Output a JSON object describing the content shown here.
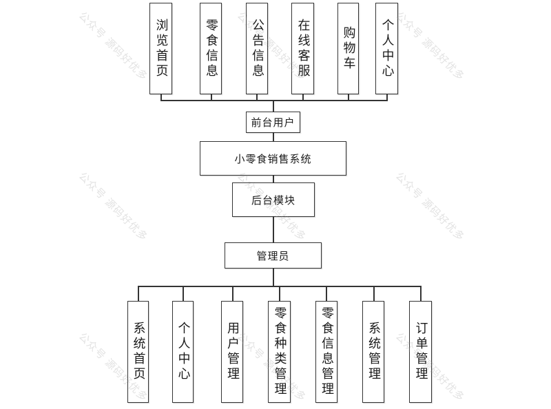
{
  "diagram": {
    "title": "小零食销售系统",
    "front": {
      "label": "前台用户",
      "modules": [
        "浏览首页",
        "零食信息",
        "公告信息",
        "在线客服",
        "购物车",
        "个人中心"
      ]
    },
    "system": {
      "label": "小零食销售系统"
    },
    "back": {
      "label": "后台模块",
      "role": "管理员",
      "modules": [
        "系统首页",
        "个人中心",
        "用户管理",
        "零食种类管理",
        "零食信息管理",
        "系统管理",
        "订单管理"
      ]
    }
  },
  "watermark": {
    "text": "公众号 源码好优多"
  },
  "colors": {
    "line": "#333333",
    "background": "#ffffff",
    "watermark": "#969696"
  }
}
